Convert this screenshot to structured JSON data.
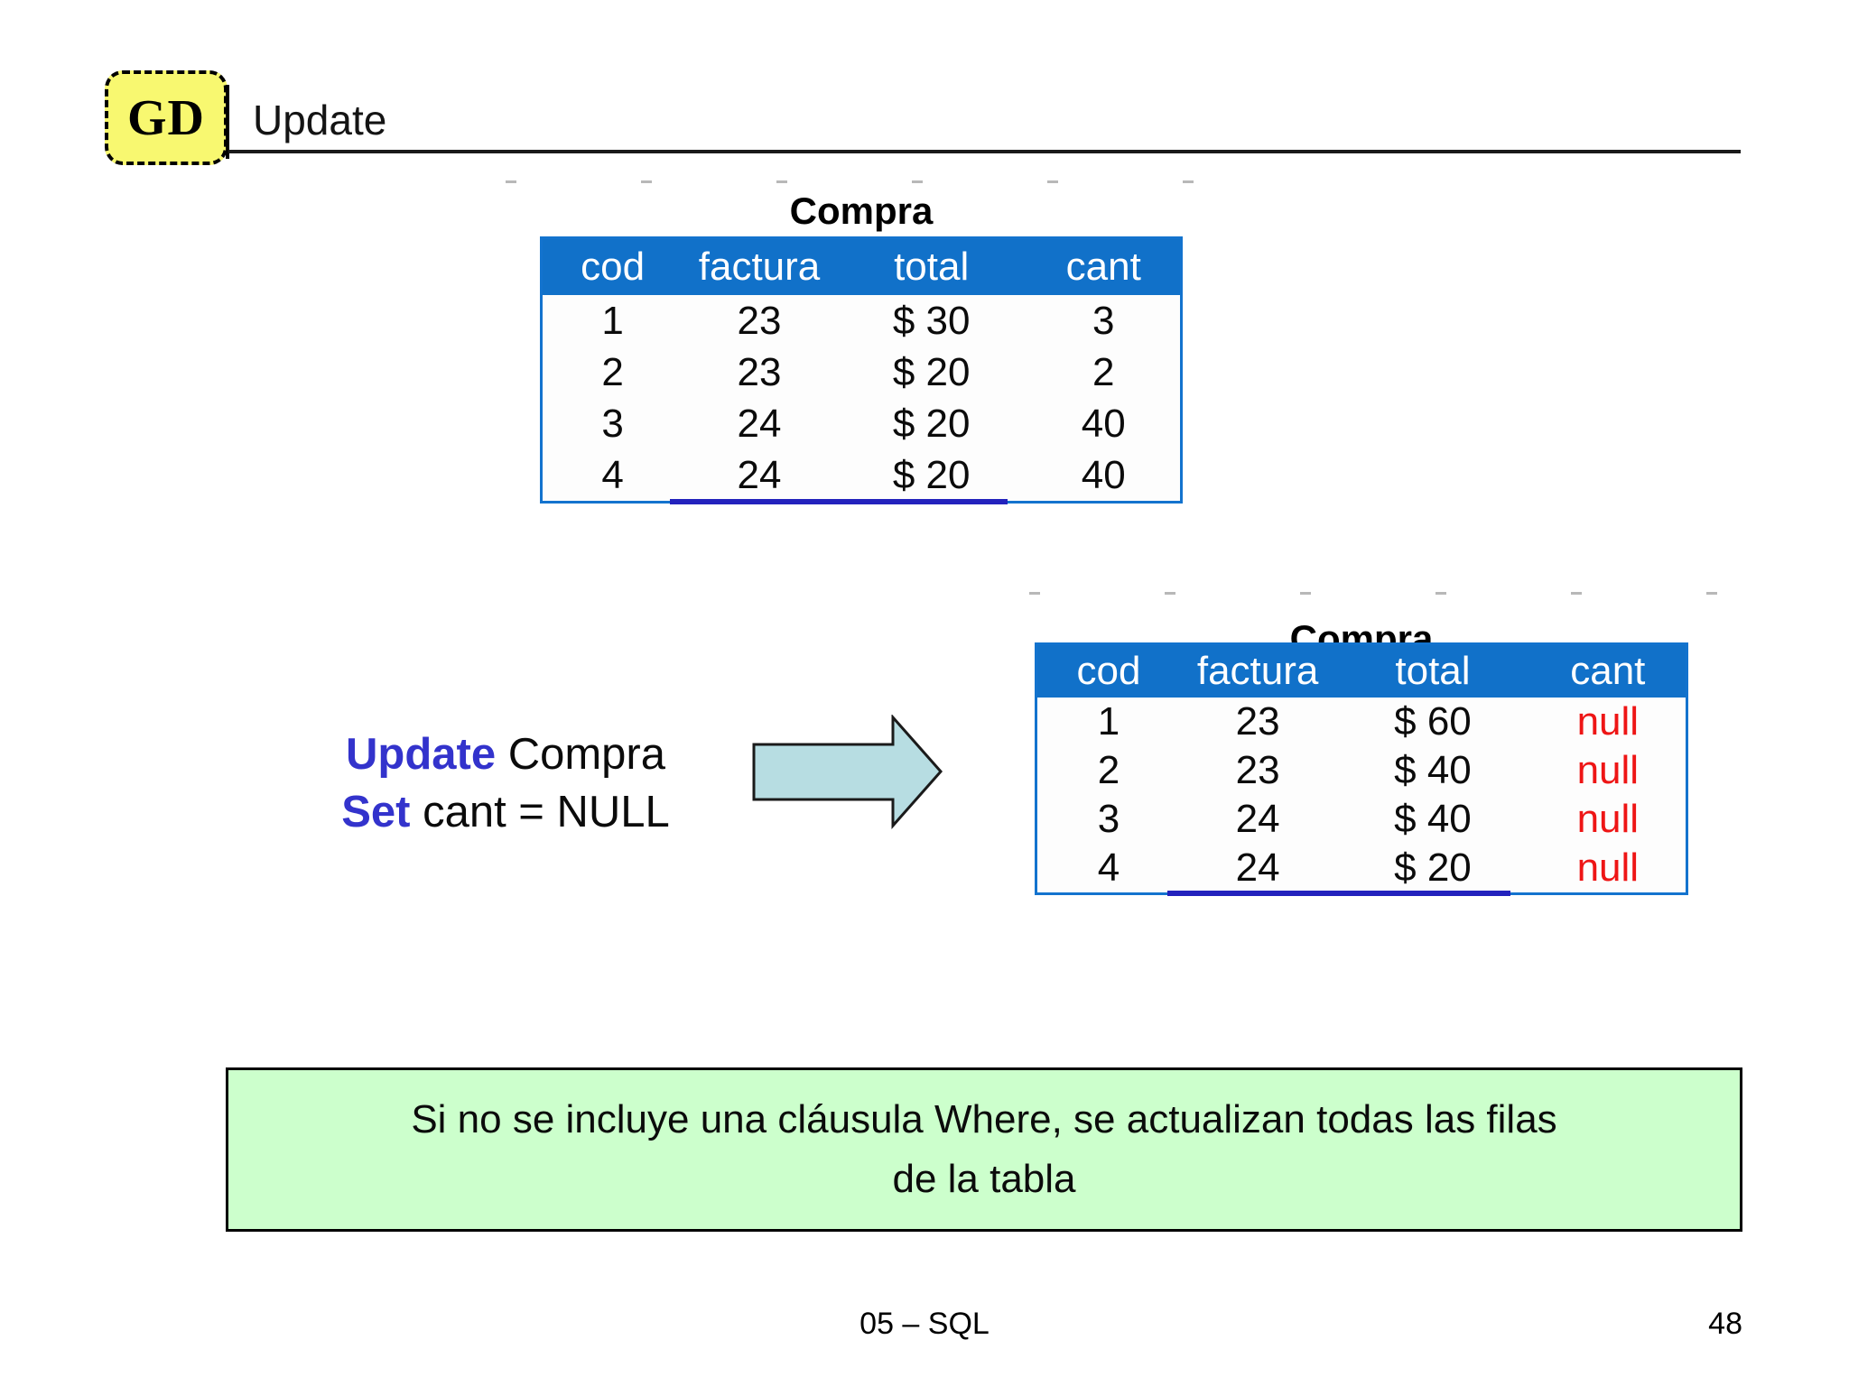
{
  "slide": {
    "logo_text": "GD",
    "title": "Update",
    "footer_left": "05 – SQL",
    "page_number": "48"
  },
  "sql": {
    "line1_keyword": "Update",
    "line1_rest": " Compra",
    "line2_keyword": "Set",
    "line2_rest": " cant = NULL"
  },
  "note": {
    "line1": "Si no se incluye una cláusula Where, se actualizan todas las filas",
    "line2": "de la tabla"
  },
  "tables": {
    "before": {
      "title": "Compra",
      "columns": [
        "cod",
        "factura",
        "total",
        "cant"
      ],
      "rows": [
        [
          "1",
          "23",
          "$ 30",
          "3"
        ],
        [
          "2",
          "23",
          "$ 20",
          "2"
        ],
        [
          "3",
          "24",
          "$ 20",
          "40"
        ],
        [
          "4",
          "24",
          "$ 20",
          "40"
        ]
      ]
    },
    "after": {
      "title": "Compra",
      "columns": [
        "cod",
        "factura",
        "total",
        "cant"
      ],
      "rows": [
        [
          "1",
          "23",
          "$ 60",
          "null"
        ],
        [
          "2",
          "23",
          "$ 40",
          "null"
        ],
        [
          "3",
          "24",
          "$ 40",
          "null"
        ],
        [
          "4",
          "24",
          "$ 20",
          "null"
        ]
      ]
    }
  },
  "colors": {
    "header_blue": "#1171C9",
    "table_border_blue": "#1373CE",
    "navy_accent": "#2322BD",
    "keyword_blue": "#3333CC",
    "null_red": "#EE1515",
    "arrow_fill": "#B7DDE2",
    "note_bg": "#CCFFCC",
    "logo_bg": "#F8F870"
  }
}
